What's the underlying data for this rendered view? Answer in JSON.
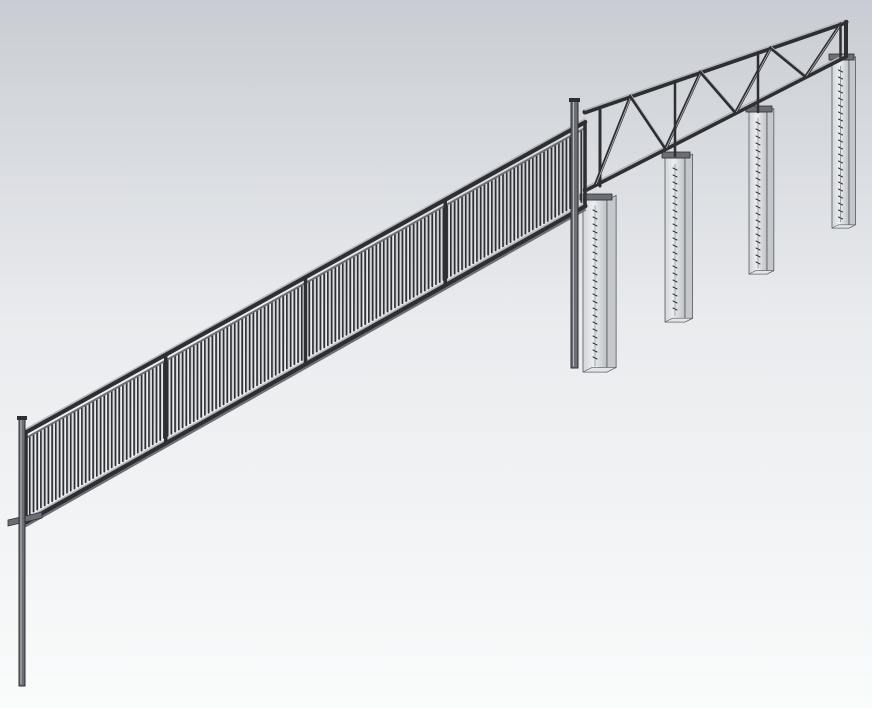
{
  "scene": {
    "subject": "",
    "gate_bar_count": 150,
    "gate_panel_count": 4,
    "support_column_count": 4,
    "truss_web_count": 7,
    "colors": {
      "background_top": "#c9cdd3",
      "background_mid": "#e9ebee",
      "background_bottom": "#fafbfb",
      "steel_dark": "#2e2f33",
      "steel_mid": "#6b6e74",
      "steel_light": "#b5b8bd",
      "column_face": "#e3e5e8",
      "column_side": "#c4c7cc",
      "column_edge": "#55585d"
    }
  }
}
